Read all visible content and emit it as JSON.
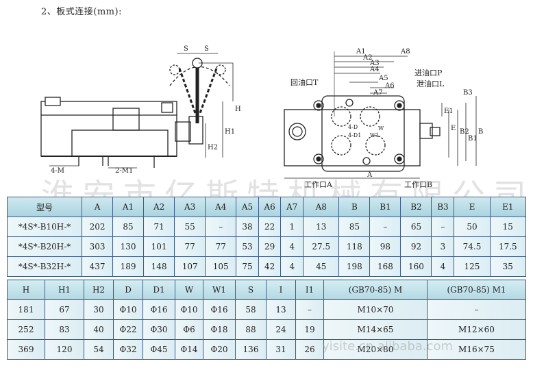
{
  "heading": "2、板式连接(mm):",
  "watermark": "淮安市亿斯特机械有限公司",
  "watermark_url": "yisite.cn.alibaba.com",
  "left_drawing": {
    "labels": {
      "s1": "S",
      "s2": "S",
      "h": "H",
      "h1": "H1",
      "h2": "H2",
      "m": "4-M",
      "m1": "2-M1"
    }
  },
  "right_drawing": {
    "labels": {
      "a1": "A1",
      "a2": "A2",
      "a3": "A3",
      "a4": "A4",
      "a5": "A5",
      "a6": "A6",
      "a7": "A7",
      "a8": "A8",
      "a": "A",
      "b": "B",
      "b1": "B1",
      "b2": "B2",
      "b3": "B3",
      "e": "E",
      "e1": "E1",
      "return_port": "回油口T",
      "inlet_port": "进油口P",
      "drain_port": "泄油口L",
      "work_a": "工作口A",
      "work_b": "工作口B",
      "d": "4-D",
      "d1": "4-D1",
      "w": "W",
      "w1": "W1"
    }
  },
  "table1": {
    "headers": [
      "型号",
      "A",
      "A1",
      "A2",
      "A3",
      "A4",
      "A5",
      "A6",
      "A7",
      "A8",
      "B",
      "B1",
      "B2",
      "B3",
      "E",
      "E1"
    ],
    "rows": [
      [
        "*4S*-B10H-*",
        "202",
        "85",
        "71",
        "55",
        "–",
        "38",
        "22",
        "1",
        "13",
        "85",
        "–",
        "65",
        "–",
        "50",
        "15"
      ],
      [
        "*4S*-B20H-*",
        "303",
        "130",
        "101",
        "77",
        "77",
        "53",
        "29",
        "4",
        "27.5",
        "118",
        "98",
        "92",
        "3",
        "74.5",
        "17.5"
      ],
      [
        "*4S*-B32H-*",
        "437",
        "189",
        "148",
        "107",
        "105",
        "75",
        "42",
        "4",
        "45",
        "198",
        "168",
        "160",
        "4",
        "125",
        "35"
      ]
    ]
  },
  "table2": {
    "headers": [
      "H",
      "H1",
      "H2",
      "D",
      "D1",
      "W",
      "W1",
      "S",
      "I",
      "I1",
      "(GB70-85) M",
      "(GB70-85) M1"
    ],
    "rows": [
      [
        "181",
        "67",
        "30",
        "Φ10",
        "Φ16",
        "Φ10",
        "Φ16",
        "58",
        "13",
        "–",
        "M10×70",
        "–"
      ],
      [
        "252",
        "83",
        "40",
        "Φ22",
        "Φ30",
        "Φ6",
        "Φ18",
        "88",
        "24",
        "19",
        "M14×65",
        "M12×60"
      ],
      [
        "369",
        "120",
        "54",
        "Φ32",
        "Φ45",
        "Φ14",
        "Φ20",
        "136",
        "31",
        "26",
        "M20×80",
        "M16×75"
      ]
    ]
  }
}
